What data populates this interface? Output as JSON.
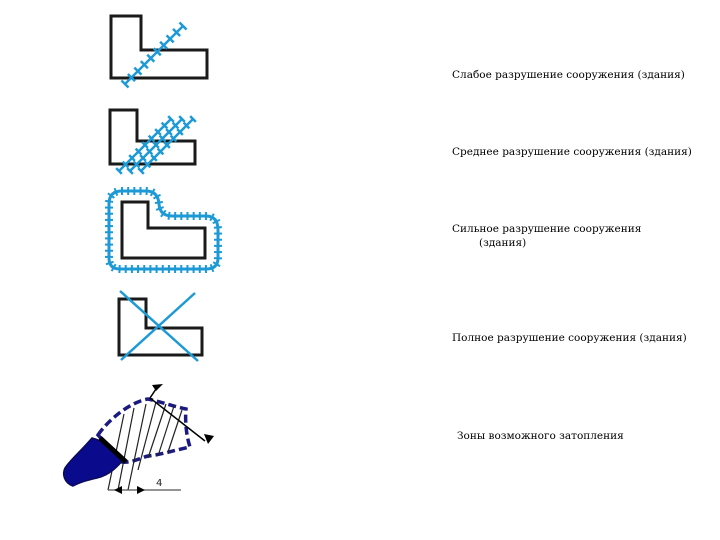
{
  "legend": [
    {
      "id": "weak",
      "label": "Слабое разрушение сооружения (здания)"
    },
    {
      "id": "medium",
      "label": "Среднее разрушение сооружения (здания)"
    },
    {
      "id": "strong",
      "label": "Сильное разрушение сооружения",
      "label_cont": "(здания)"
    },
    {
      "id": "full",
      "label": "Полное разрушение сооружения (здания)"
    },
    {
      "id": "flood",
      "label": "Зоны возможного затопления",
      "dimension_label": "4"
    }
  ],
  "colors": {
    "outline": "#1a1a1a",
    "damage": "#1d9ad6",
    "flood_line": "#1a1a80",
    "flood_fill": "#0a0a8c"
  }
}
